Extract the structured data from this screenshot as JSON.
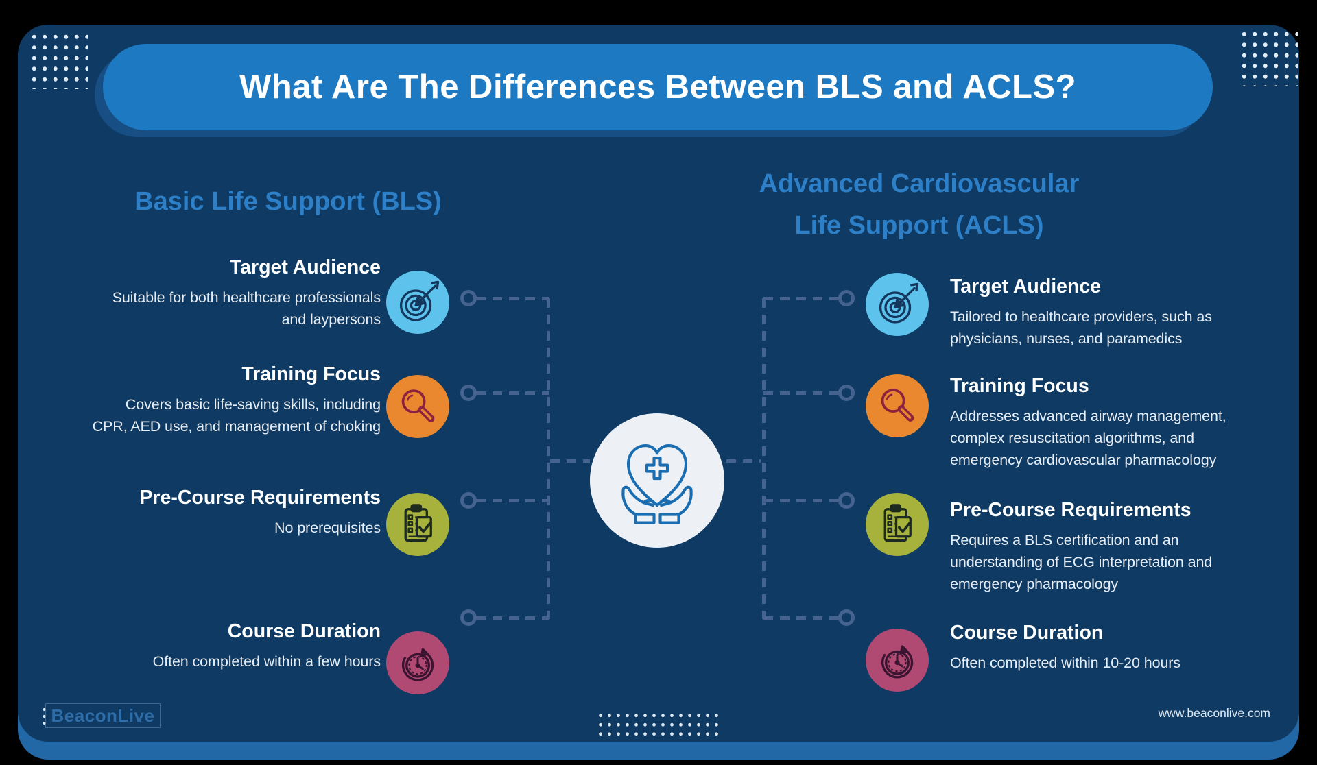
{
  "title": "What Are The Differences Between BLS and ACLS?",
  "left": {
    "heading": "Basic Life Support (BLS)",
    "rows": [
      {
        "title": "Target Audience",
        "body": "Suitable for both healthcare professionals\nand laypersons",
        "icon": "target-icon",
        "icon_bg": "#5ec3ec"
      },
      {
        "title": "Training Focus",
        "body": "Covers basic life-saving skills, including\nCPR, AED use, and management of choking",
        "icon": "magnifier-icon",
        "icon_bg": "#e9882f"
      },
      {
        "title": "Pre-Course Requirements",
        "body": "No prerequisites",
        "icon": "clipboard-icon",
        "icon_bg": "#a7b23c"
      },
      {
        "title": "Course Duration",
        "body": "Often completed within a few hours",
        "icon": "clock-icon",
        "icon_bg": "#b14a72"
      }
    ]
  },
  "right": {
    "heading": "Advanced Cardiovascular\nLife Support (ACLS)",
    "rows": [
      {
        "title": "Target Audience",
        "body": "Tailored to healthcare providers, such as\nphysicians, nurses, and paramedics",
        "icon": "target-icon",
        "icon_bg": "#5ec3ec"
      },
      {
        "title": "Training Focus",
        "body": "Addresses advanced airway management,\ncomplex resuscitation algorithms, and\nemergency cardiovascular pharmacology",
        "icon": "magnifier-icon",
        "icon_bg": "#e9882f"
      },
      {
        "title": "Pre-Course Requirements",
        "body": "Requires a BLS certification and an\nunderstanding of ECG interpretation and\nemergency pharmacology",
        "icon": "clipboard-icon",
        "icon_bg": "#a7b23c"
      },
      {
        "title": "Course Duration",
        "body": "Often completed within 10-20 hours",
        "icon": "clock-icon",
        "icon_bg": "#b14a72"
      }
    ]
  },
  "center_icon": "heart-in-hands-icon",
  "footer": {
    "logo": "BeaconLive",
    "website": "www.beaconlive.com"
  },
  "colors": {
    "frame": "#000000",
    "panel": "#0e3a63",
    "panel_bottom_band": "#2368a6",
    "title_pill": "#1d7ac2",
    "title_pill_shadow": "#174e84",
    "heading_blue": "#2d80c8",
    "body_text": "#e6edf5",
    "connector": "#45638e",
    "icon_target_bg": "#5ec3ec",
    "icon_magnifier_bg": "#e9882f",
    "icon_clipboard_bg": "#a7b23c",
    "icon_clock_bg": "#b14a72",
    "center_circle_bg": "#edf1f5",
    "center_icon_stroke": "#1b6db2"
  }
}
